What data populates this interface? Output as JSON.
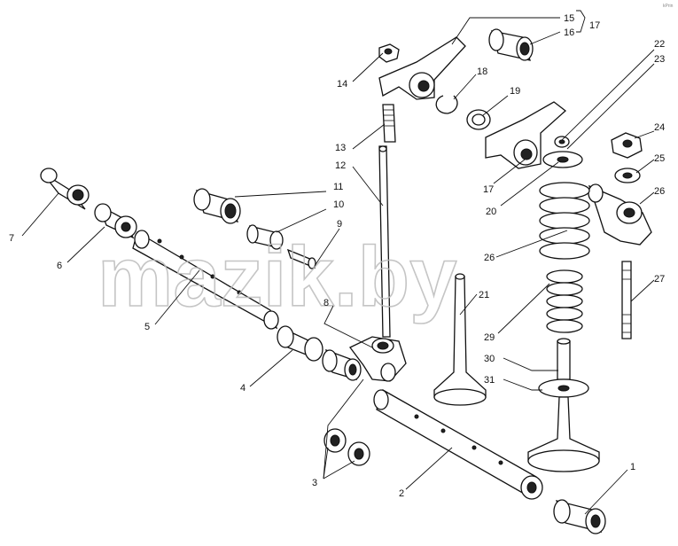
{
  "watermark": "mazik.by",
  "corner_mark": "kPrin",
  "callouts": {
    "n1": "1",
    "n2": "2",
    "n3": "3",
    "n4": "4",
    "n5": "5",
    "n6": "6",
    "n7": "7",
    "n8": "8",
    "n9": "9",
    "n10": "10",
    "n11": "11",
    "n12": "12",
    "n13": "13",
    "n14": "14",
    "n15": "15",
    "n16": "16",
    "n17a": "17",
    "n17b": "17",
    "n18": "18",
    "n19": "19",
    "n20": "20",
    "n21": "21",
    "n22": "22",
    "n23": "23",
    "n24": "24",
    "n25": "25",
    "n26a": "26",
    "n26b": "26",
    "n27": "27",
    "n29": "29",
    "n30": "30",
    "n31": "31"
  }
}
